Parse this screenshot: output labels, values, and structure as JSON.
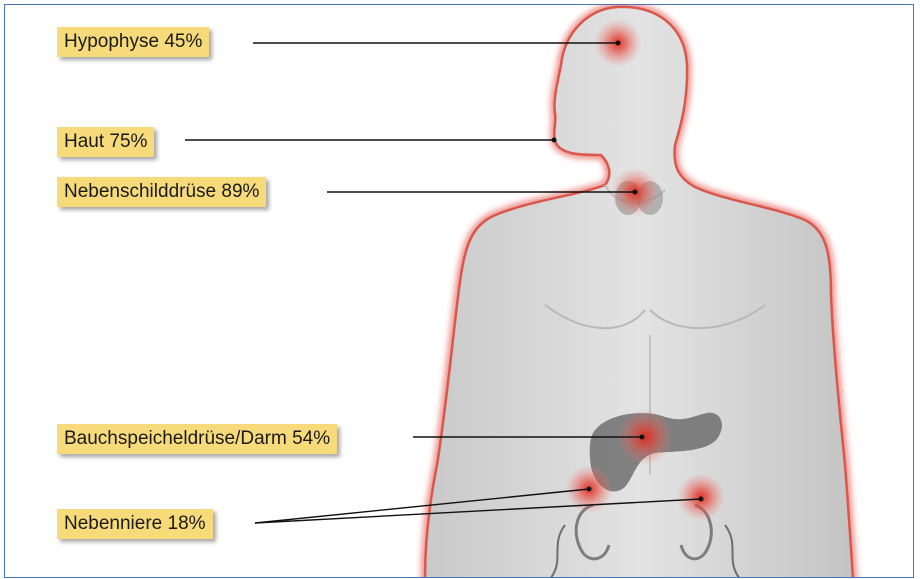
{
  "labels": [
    {
      "id": "hypophyse",
      "text": "Hypophyse 45%"
    },
    {
      "id": "haut",
      "text": "Haut 75%"
    },
    {
      "id": "nebenschilddruese",
      "text": "Nebenschilddrüse 89%"
    },
    {
      "id": "bauchspeicheldruese",
      "text": "Bauchspeicheldrüse/Darm 54%"
    },
    {
      "id": "nebenniere",
      "text": "Nebenniere 18%"
    }
  ],
  "colors": {
    "label_background": "#f7db7b",
    "frame_border": "#4a74b8",
    "body_fill": "#d9d9d9",
    "body_outline_glow": "#e0463a",
    "hotspot": "#e02a1f",
    "organ": "#6e6e6e"
  }
}
